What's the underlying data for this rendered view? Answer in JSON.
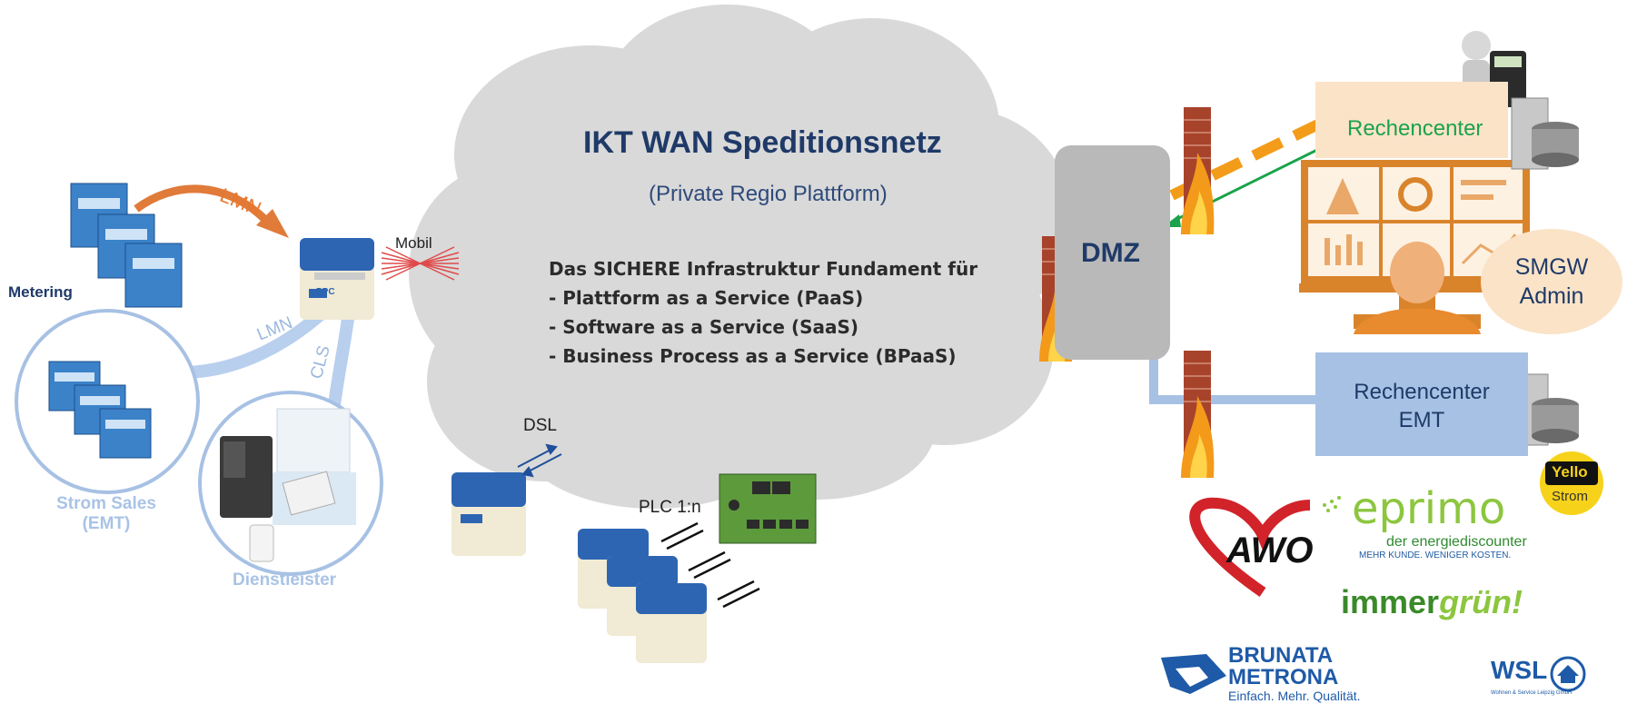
{
  "cloud": {
    "title": "IKT WAN Speditionsnetz",
    "subtitle": "(Private Regio Plattform)",
    "bullets": [
      "Das SICHERE Infrastruktur Fundament für",
      "- Plattform as a Service (PaaS)",
      "- Software as a Service (SaaS)",
      "- Business Process as a Service (BPaaS)"
    ]
  },
  "left": {
    "metering": "Metering",
    "lmn_top": "LMN",
    "lmn_mid": "LMN",
    "cls": "CLS",
    "mobil": "Mobil",
    "strom_sales_line1": "Strom Sales",
    "strom_sales_line2": "(EMT)",
    "dienstleister": "Dienstleister",
    "gateway_brand": "PPC"
  },
  "bottom": {
    "dsl": "DSL",
    "plc": "PLC 1:n"
  },
  "right": {
    "dmz": "DMZ",
    "rechencenter": "Rechencenter",
    "smgw_line1": "SMGW",
    "smgw_line2": "Admin",
    "rc_emt_line1": "Rechencenter",
    "rc_emt_line2": "EMT"
  },
  "logos": {
    "awo": "AWO",
    "eprimo": "eprimo",
    "eprimo_tag1": "der energiediscounter",
    "eprimo_tag2": "MEHR KUNDE. WENIGER KOSTEN.",
    "immergruen_a": "immer",
    "immergruen_b": "grün!",
    "yello_a": "Yello",
    "yello_b": "Strom",
    "brunata_1": "BRUNATA",
    "brunata_2": "METRONA",
    "brunata_3": "Einfach. Mehr. Qualität.",
    "wsl": "WSL",
    "wsl_tag": "Wohnen & Service Leipzig GmbH"
  },
  "colors": {
    "cloud": "#d9d9d9",
    "title": "#1f3a68",
    "lmn_orange": "#e8772e",
    "pale_blue": "#a9c3e6",
    "dmz_gray": "#b9b9b9",
    "rechencenter_fill": "#fbe3c8",
    "rechencenter_text": "#1aa34a",
    "emt_fill": "#a7c1e4",
    "smgw_fill": "#fbe3c8",
    "dash_orange": "#f39c1a",
    "link_green": "#1aa34a",
    "firewall_brick": "#9a3b24",
    "monitor_orange": "#d9842b"
  }
}
